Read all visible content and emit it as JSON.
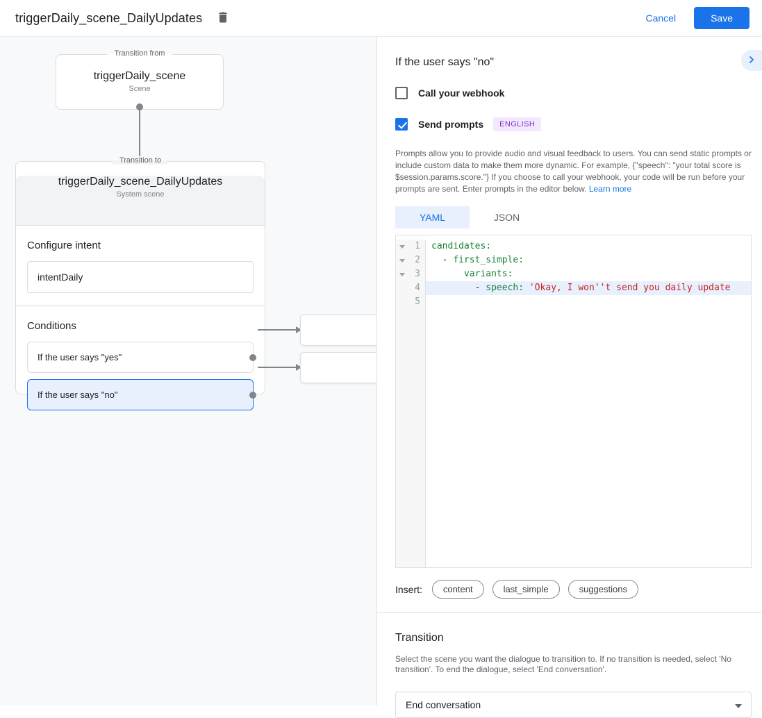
{
  "header": {
    "title": "triggerDaily_scene_DailyUpdates",
    "cancel_label": "Cancel",
    "save_label": "Save"
  },
  "canvas": {
    "transition_from": {
      "legend": "Transition from",
      "title": "triggerDaily_scene",
      "subtitle": "Scene"
    },
    "scene_card": {
      "legend": "Transition to",
      "title": "triggerDaily_scene_DailyUpdates",
      "subtitle": "System scene",
      "configure_intent": {
        "heading": "Configure intent",
        "value": "intentDaily"
      },
      "conditions": {
        "heading": "Conditions",
        "items": [
          {
            "label": "If the user says \"yes\"",
            "selected": false
          },
          {
            "label": "If the user says \"no\"",
            "selected": true
          }
        ]
      }
    }
  },
  "panel": {
    "title": "If the user says \"no\"",
    "webhook": {
      "label": "Call your webhook",
      "checked": false
    },
    "prompts": {
      "label": "Send prompts",
      "checked": true,
      "badge": "ENGLISH"
    },
    "description": "Prompts allow you to provide audio and visual feedback to users. You can send static prompts or include custom data to make them more dynamic. For example, {\"speech\": \"your total score is $session.params.score.\"} If you choose to call your webhook, your code will be run before your prompts are sent. Enter prompts in the editor below. ",
    "learn_more": "Learn more",
    "tabs": [
      {
        "label": "YAML",
        "active": true
      },
      {
        "label": "JSON",
        "active": false
      }
    ],
    "editor": {
      "gutter": [
        "1",
        "2",
        "3",
        "4",
        "5"
      ],
      "lines": {
        "l1": {
          "key": "candidates:"
        },
        "l2": {
          "plain": "  - ",
          "key": "first_simple:"
        },
        "l3": {
          "plain": "      ",
          "key": "variants:"
        },
        "l4": {
          "plain": "        - ",
          "key": "speech:",
          "string": " 'Okay, I won''t send you daily update"
        }
      }
    },
    "insert": {
      "label": "Insert:",
      "chips": [
        "content",
        "last_simple",
        "suggestions"
      ]
    },
    "transition": {
      "heading": "Transition",
      "description": "Select the scene you want the dialogue to transition to. If no transition is needed, select 'No transition'. To end the dialogue, select 'End conversation'.",
      "value": "End conversation"
    }
  },
  "colors": {
    "accent": "#1a73e8",
    "accent_light": "#e8f0fe",
    "badge_bg": "#f3e8fd",
    "badge_text": "#8430ce",
    "code_key": "#188038",
    "code_string": "#c5221f",
    "canvas_bg": "#f8f9fa",
    "card_header_bg": "#f1f3f4",
    "border": "#dadce0"
  }
}
